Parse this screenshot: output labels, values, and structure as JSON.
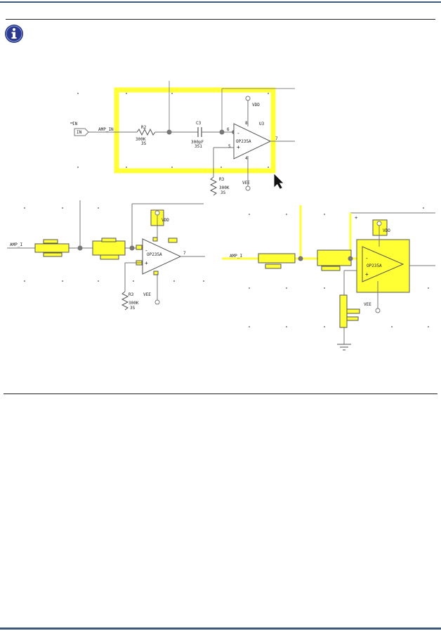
{
  "page": {
    "accent": "#3d5a7a",
    "highlight": "#ffff33",
    "wire": "#777777"
  },
  "note": {
    "icon": "info-icon"
  },
  "figure1": {
    "port": "IN",
    "net_in": "IN",
    "net_amp": "AMP_IN",
    "r2": {
      "ref": "R2",
      "value": "300K",
      "fp": "3S"
    },
    "c3": {
      "ref": "C3",
      "value": "300pF",
      "fp": "3S1"
    },
    "r3": {
      "ref": "R3",
      "value": "300K",
      "fp": "3S"
    },
    "u3": {
      "ref": "U3",
      "part": "OP235A"
    },
    "vdd": "VDD",
    "vee": "VEE",
    "pins": {
      "p8": "8",
      "p6": "6",
      "p5": "5",
      "p4": "4",
      "p7": "7"
    }
  },
  "figure2": {
    "net": "AMP_I",
    "r3": {
      "ref": "R3",
      "value": "300K",
      "fp": "3S"
    },
    "u": {
      "part": "OP235A"
    },
    "vdd": "VDD",
    "vee": "VEE",
    "pin7": "7"
  },
  "figure3": {
    "net": "AMP_I",
    "u": {
      "part": "OP235A"
    },
    "vdd": "VDD",
    "vee": "VEE"
  }
}
